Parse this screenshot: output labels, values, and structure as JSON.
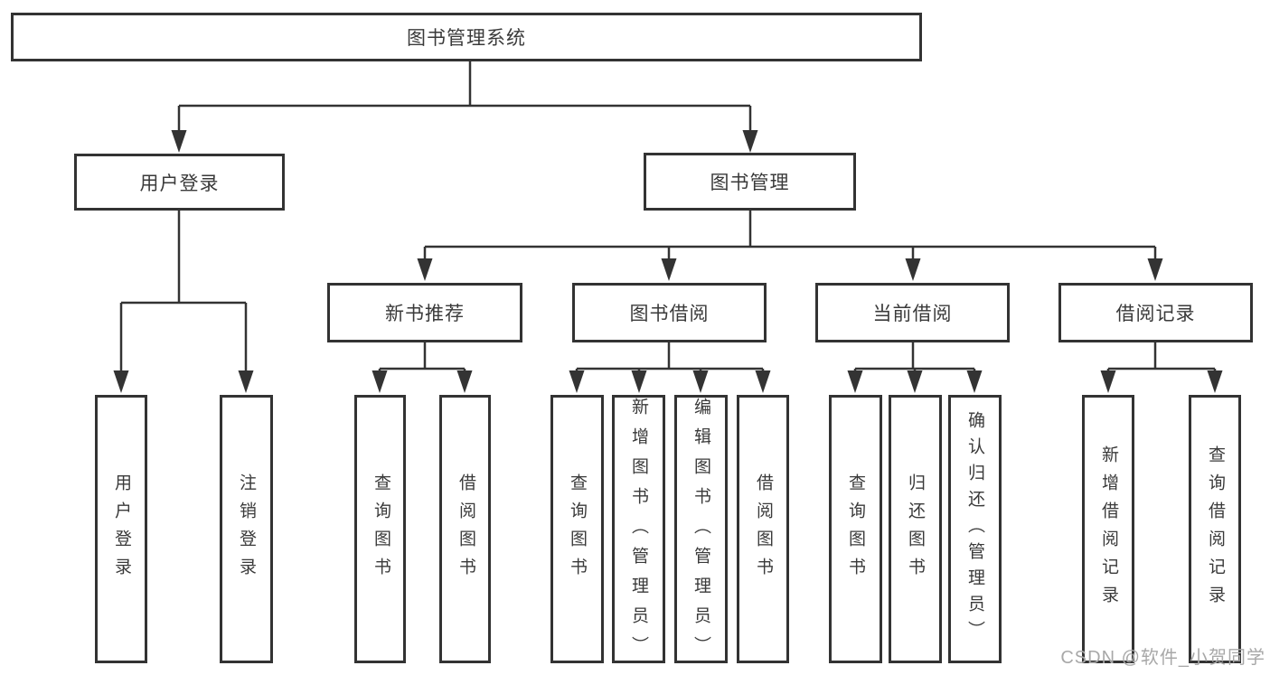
{
  "tree": {
    "label": "图书管理系统",
    "children": [
      {
        "label": "用户登录",
        "children": [
          {
            "label": "用户登录"
          },
          {
            "label": "注销登录"
          }
        ]
      },
      {
        "label": "图书管理",
        "children": [
          {
            "label": "新书推荐",
            "children": [
              {
                "label": "查询图书"
              },
              {
                "label": "借阅图书"
              }
            ]
          },
          {
            "label": "图书借阅",
            "children": [
              {
                "label": "查询图书"
              },
              {
                "label": "新增图书（管理员）"
              },
              {
                "label": "编辑图书（管理员）"
              },
              {
                "label": "借阅图书"
              }
            ]
          },
          {
            "label": "当前借阅",
            "children": [
              {
                "label": "查询图书"
              },
              {
                "label": "归还图书"
              },
              {
                "label": "确认归还（管理员）"
              }
            ]
          },
          {
            "label": "借阅记录",
            "children": [
              {
                "label": "新增借阅记录"
              },
              {
                "label": "查询借阅记录"
              }
            ]
          }
        ]
      }
    ]
  },
  "watermark": {
    "text": "CSDN @软件_小贺同学"
  },
  "colors": {
    "line": "#333333",
    "text": "#3a3a3a",
    "background": "#ffffff",
    "watermark": "#a8a8a8"
  }
}
